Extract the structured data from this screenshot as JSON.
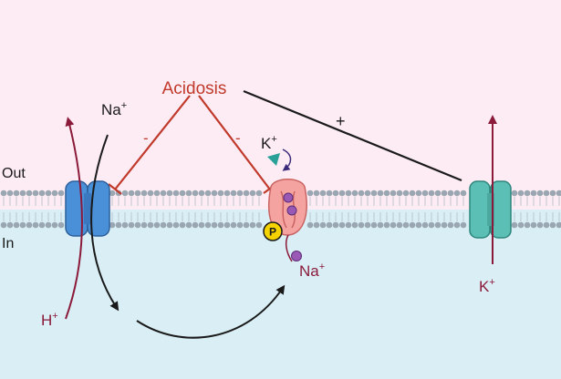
{
  "labels": {
    "acidosis": "Acidosis",
    "out": "Out",
    "in": "In",
    "na_top": "Na",
    "na_top_charge": "+",
    "k_top": "K",
    "k_top_charge": "+",
    "h_bottom": "H",
    "h_bottom_charge": "+",
    "na_bottom": "Na",
    "na_bottom_charge": "+",
    "k_right": "K",
    "k_right_charge": "+",
    "minus_left": "-",
    "minus_mid": "-",
    "plus_right": "+",
    "phospho": "P"
  },
  "colors": {
    "outside": "#fdecf3",
    "inside": "#d9eff5",
    "inhibit": "#c0392b",
    "activate": "#1a1a1a",
    "ion_arrow": "#8b1a3a",
    "nhe_channel": "#4a90d9",
    "nka_pump": "#f4a3a0",
    "k_channel": "#5bbfb5",
    "lipid_head": "#9aa6b2",
    "phosphate": "#f5d300",
    "sodium_ion": "#9b59b6",
    "potassium_ion": "#2aa198"
  }
}
